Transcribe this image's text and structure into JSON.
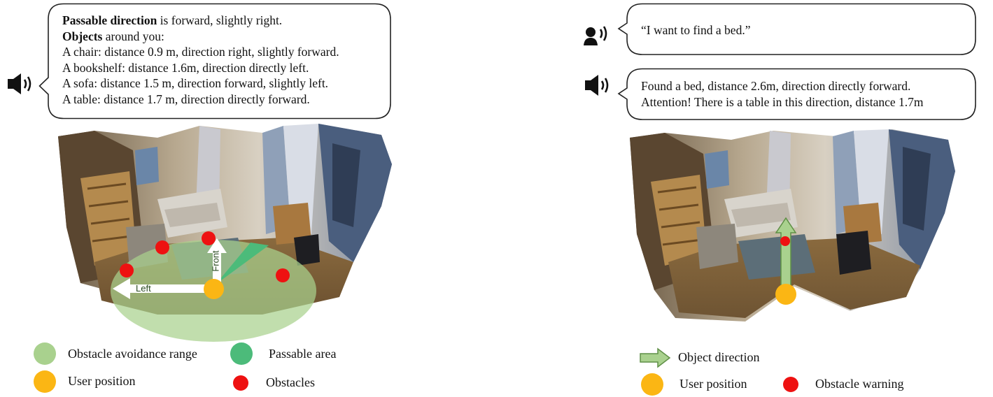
{
  "left_panel": {
    "bubble": {
      "line1_bold": "Passable direction",
      "line1_rest": " is forward, slightly right.",
      "line2_bold": "Objects",
      "line2_rest": " around you:",
      "objects": [
        "A chair: distance 0.9 m, direction right, slightly forward.",
        "A bookshelf: distance 1.6m, direction directly left.",
        "A sofa: distance 1.5 m, direction forward, slightly left.",
        "A table: distance 1.7 m, direction directly forward."
      ]
    },
    "arrow_labels": {
      "left": "Left",
      "front": "Front"
    },
    "legend": {
      "obstacle_range": "Obstacle avoidance range",
      "passable_area": "Passable area",
      "user_position": "User position",
      "obstacles": "Obstacles"
    },
    "colors": {
      "obstacle_range": "#a9d18e",
      "passable_area": "#4cbb7a",
      "user_position": "#fbb614",
      "obstacles": "#ee1111"
    }
  },
  "right_panel": {
    "request_bubble": {
      "text": "“I want to find a bed.”"
    },
    "response_bubble": {
      "lines": [
        "Found a bed, distance 2.6m, direction directly forward.",
        "Attention! There is a table in this direction, distance 1.7m"
      ]
    },
    "legend": {
      "object_direction": "Object direction",
      "user_position": "User position",
      "obstacle_warning": "Obstacle warning"
    },
    "colors": {
      "object_direction": "#a9d18e",
      "user_position": "#fbb614",
      "obstacle_warning": "#ee1111"
    }
  },
  "icons": [
    "speaker-icon",
    "speaking-person-icon"
  ]
}
